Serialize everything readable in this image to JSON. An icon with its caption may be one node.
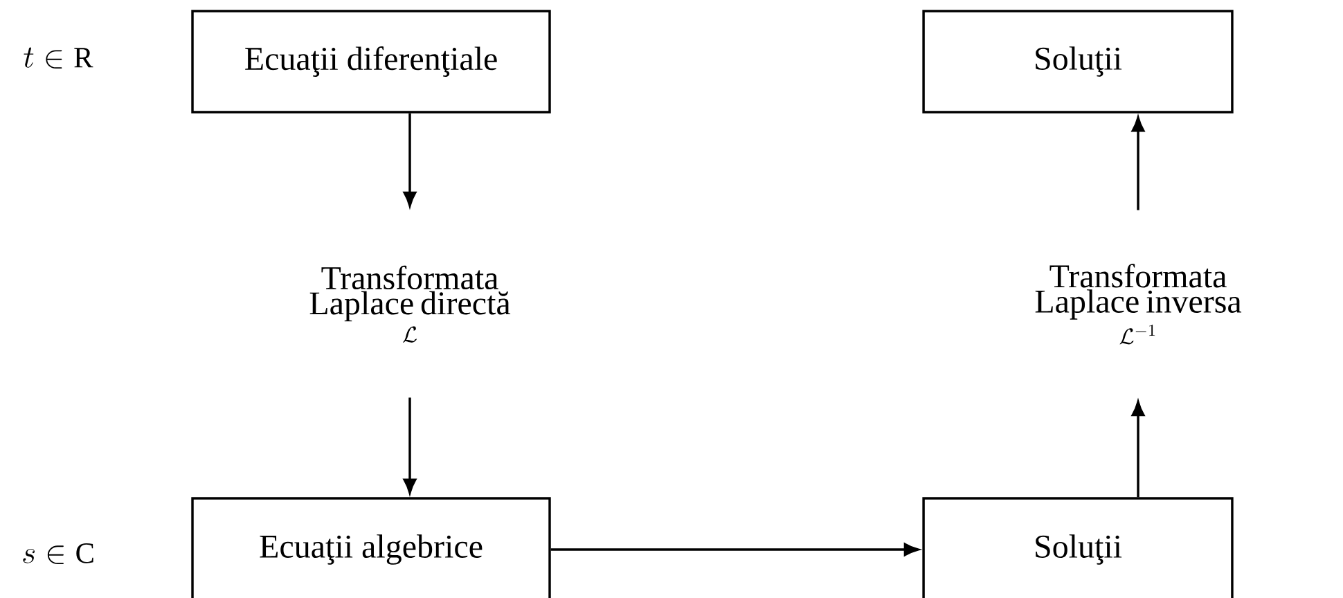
{
  "diagram": {
    "nodes": [
      {
        "text": [
          "Ecuaţii diferenţiale"
        ]
      },
      {
        "text": [
          "Soluţii"
        ]
      },
      {
        "text": [
          "Transformata Laplace directă",
          "\\mathcal{L}"
        ]
      },
      {
        "text": [
          "Transformata Laplace inversa",
          "\\mathcal{L}^{-1}"
        ]
      },
      {
        "text": [
          "Ecuaţii  algebrice"
        ]
      },
      {
        "text": [
          "Soluţii"
        ]
      }
    ],
    "edges": [
      {
        "from": 0,
        "to": 2,
        "arrow": "to"
      },
      {
        "from": 2,
        "to": 4,
        "arrow": "to"
      },
      {
        "from": 4,
        "to": 5,
        "arrow": "to"
      },
      {
        "from": 5,
        "to": 3,
        "arrow": "to"
      },
      {
        "from": 3,
        "to": 1,
        "arrow": "to"
      }
    ],
    "labels": [
      "t \\in \\mathrm{R}",
      "s \\in \\mathrm{C}"
    ]
  }
}
